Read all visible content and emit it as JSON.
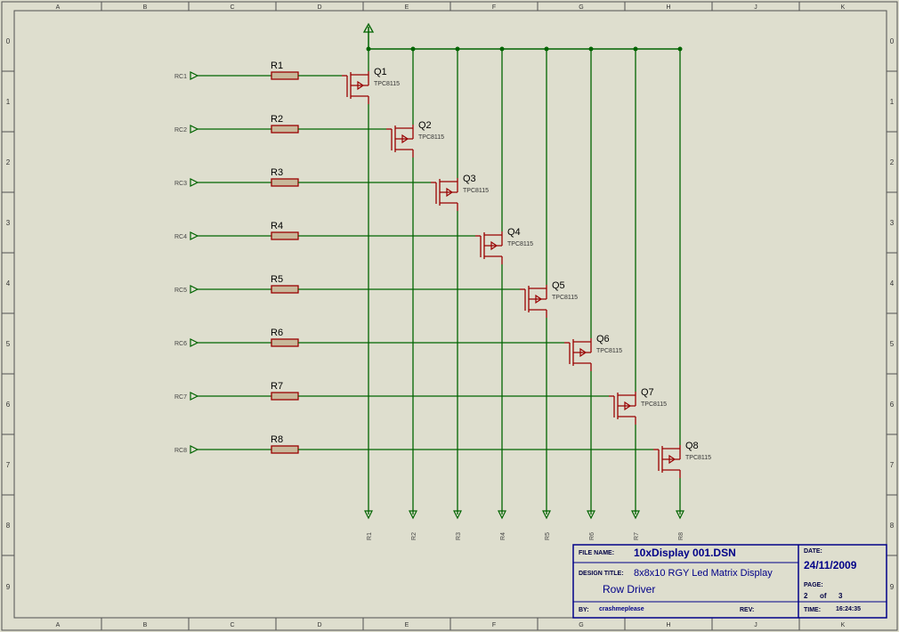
{
  "frame": {
    "columns": [
      "A",
      "B",
      "C",
      "D",
      "E",
      "F",
      "G",
      "H",
      "J",
      "K"
    ],
    "rows": [
      "0",
      "1",
      "2",
      "3",
      "4",
      "5",
      "6",
      "7",
      "8",
      "9"
    ]
  },
  "supply_net": {
    "symbol": "power-arrow"
  },
  "stages": [
    {
      "input": "RC1",
      "resistor": "R1",
      "transistor": "Q1",
      "part": "TPC8115",
      "output": "R1"
    },
    {
      "input": "RC2",
      "resistor": "R2",
      "transistor": "Q2",
      "part": "TPC8115",
      "output": "R2"
    },
    {
      "input": "RC3",
      "resistor": "R3",
      "transistor": "Q3",
      "part": "TPC8115",
      "output": "R3"
    },
    {
      "input": "RC4",
      "resistor": "R4",
      "transistor": "Q4",
      "part": "TPC8115",
      "output": "R4"
    },
    {
      "input": "RC5",
      "resistor": "R5",
      "transistor": "Q5",
      "part": "TPC8115",
      "output": "R5"
    },
    {
      "input": "RC6",
      "resistor": "R6",
      "transistor": "Q6",
      "part": "TPC8115",
      "output": "R6"
    },
    {
      "input": "RC7",
      "resistor": "R7",
      "transistor": "Q7",
      "part": "TPC8115",
      "output": "R7"
    },
    {
      "input": "RC8",
      "resistor": "R8",
      "transistor": "Q8",
      "part": "TPC8115",
      "output": "R8"
    }
  ],
  "title_block": {
    "file_name_label": "FILE NAME:",
    "file_name": "10xDisplay 001.DSN",
    "design_title_label": "DESIGN TITLE:",
    "design_title": "8x8x10 RGY Led Matrix Display",
    "sheet_title": "Row Driver",
    "by_label": "BY:",
    "by": "crashmeplease",
    "rev_label": "REV:",
    "rev": "",
    "date_label": "DATE:",
    "date": "24/11/2009",
    "page_label": "PAGE:",
    "page": "2",
    "of_label": "of",
    "page_total": "3",
    "time_label": "TIME:",
    "time": "16:24:35"
  },
  "colors": {
    "background": "#dedece",
    "frame": "#505050",
    "wire": "#006400",
    "component": "#990000",
    "resistor_fill": "#c8b89a",
    "title_block_border": "#000088",
    "title_block_text": "#000088"
  }
}
